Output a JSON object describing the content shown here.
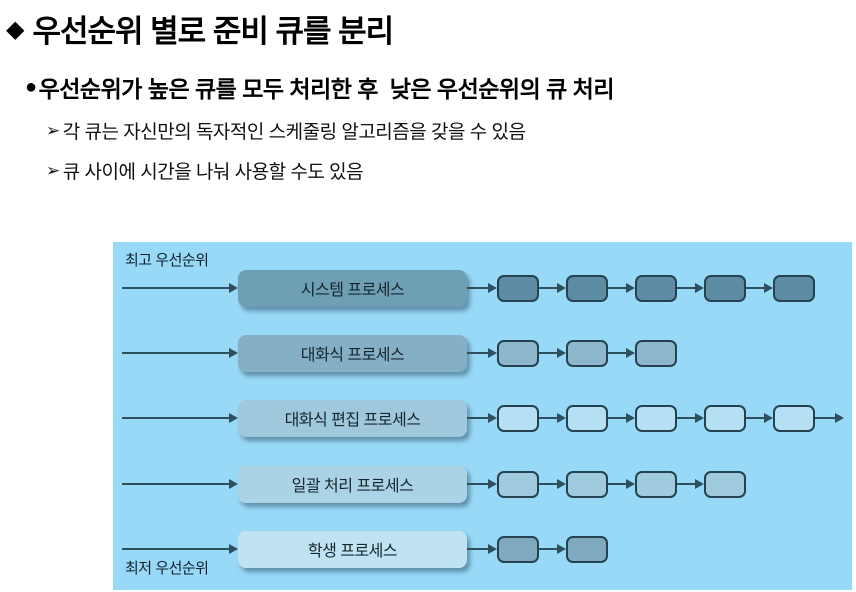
{
  "slide": {
    "title": {
      "glyph": "◆",
      "text": "우선순위 별로 준비 큐를 분리"
    },
    "bullet": {
      "glyph": "●",
      "text": "우선순위가 높은 큐를 모두 처리한 후  낮은 우선순위의 큐 처리"
    },
    "sub_bullets": [
      {
        "glyph": "➢",
        "text": "각 큐는 자신만의 독자적인 스케줄링 알고리즘을 갖을 수 있음"
      },
      {
        "glyph": "➢",
        "text": "큐 사이에 시간을 나눠 사용할 수도 있음"
      }
    ]
  },
  "diagram": {
    "background_color": "#99D9F8",
    "arrow_color": "#2E4F5E",
    "box_border_color": "#24424F",
    "top_label": "최고 우선순위",
    "bottom_label": "최저 우선순위",
    "rows": [
      {
        "label": "시스템 프로세스",
        "queue_color": "#6F9FB4",
        "box_color": "#5E8CA4",
        "box_count": 5,
        "trailing_arrow": false
      },
      {
        "label": "대화식 프로세스",
        "queue_color": "#84AFC4",
        "box_color": "#8CB7CC",
        "box_count": 3,
        "trailing_arrow": false
      },
      {
        "label": "대화식 편집 프로세스",
        "queue_color": "#A0C8DC",
        "box_color": "#B5E0F4",
        "box_count": 5,
        "trailing_arrow": true
      },
      {
        "label": "일괄 처리 프로세스",
        "queue_color": "#ABD3E6",
        "box_color": "#A0CBDF",
        "box_count": 4,
        "trailing_arrow": false
      },
      {
        "label": "학생 프로세스",
        "queue_color": "#BFE3F2",
        "box_color": "#7FA9BF",
        "box_count": 2,
        "trailing_arrow": false
      }
    ]
  }
}
